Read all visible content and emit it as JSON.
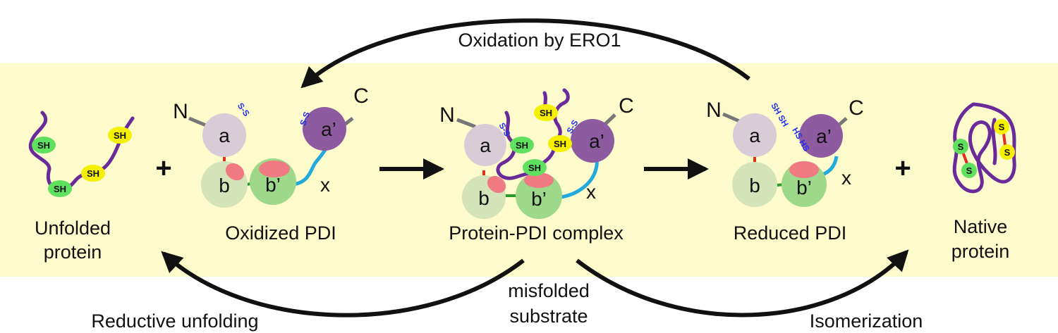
{
  "colors": {
    "band": "#fdfacc",
    "purple": "#6a2a9a",
    "a_domain": "#d8ccd6",
    "b_domain": "#d4e3b8",
    "bp_domain": "#9ed88a",
    "ap_domain": "#8e5aa0",
    "pink": "#f07a82",
    "linker_x": "#22aadd",
    "sh_green": "#5fe05f",
    "sh_yellow": "#f4f000",
    "blue_text": "#2233ee",
    "arrow": "#111111"
  },
  "arrows": {
    "top": "Oxidation by ERO1",
    "bottom_left": "Reductive unfolding",
    "bottom_mid": [
      "misfolded",
      "substrate"
    ],
    "bottom_right": "Isomerization"
  },
  "stages": {
    "unfolded": [
      "Unfolded",
      "protein"
    ],
    "oxidized": "Oxidized PDI",
    "complex": "Protein-PDI complex",
    "reduced": "Reduced PDI",
    "native": [
      "Native",
      "protein"
    ]
  },
  "domains": {
    "a": "a",
    "ap": "a’",
    "b": "b",
    "bp": "b’",
    "x": "x",
    "n": "N",
    "c": "C"
  },
  "thiol": {
    "sh": "SH",
    "s": "S",
    "ss": "S-S",
    "ssh": "SH SH",
    "hshs": "HS HS"
  },
  "symbols": {
    "plus": "+"
  }
}
